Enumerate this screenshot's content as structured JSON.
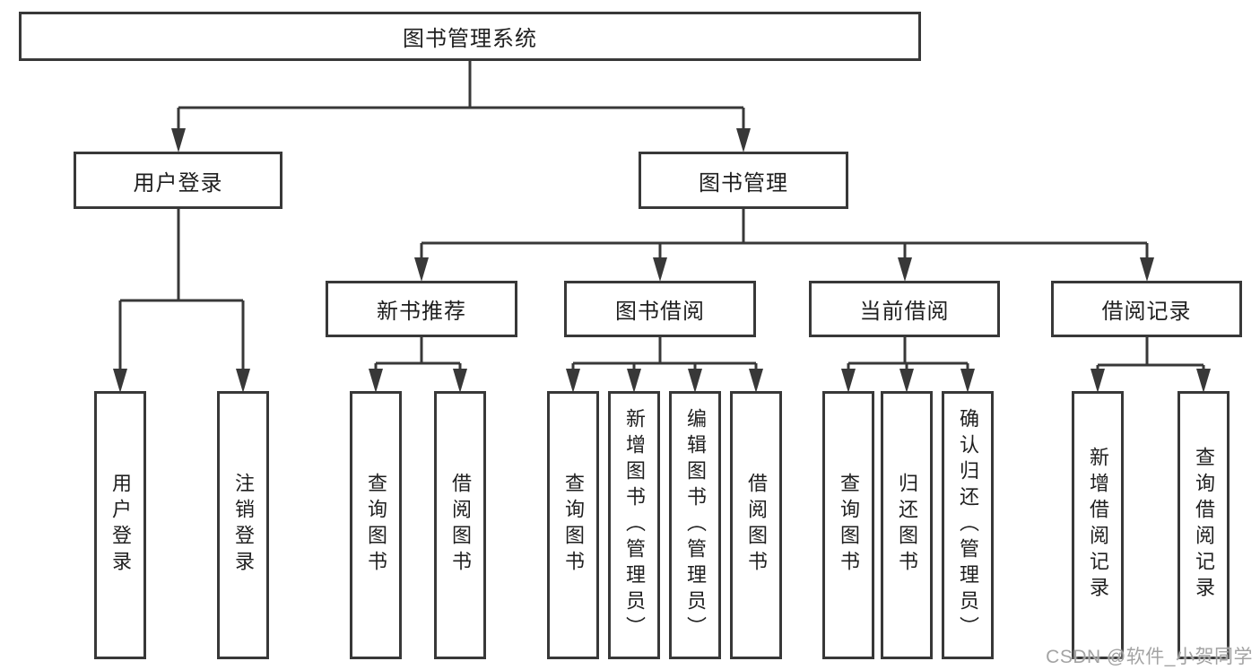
{
  "tree": {
    "root": "图书管理系统",
    "children": [
      {
        "label": "用户登录",
        "children": [
          {
            "label": "用户登录"
          },
          {
            "label": "注销登录"
          }
        ]
      },
      {
        "label": "图书管理",
        "children": [
          {
            "label": "新书推荐",
            "children": [
              {
                "label": "查询图书"
              },
              {
                "label": "借阅图书"
              }
            ]
          },
          {
            "label": "图书借阅",
            "children": [
              {
                "label": "查询图书"
              },
              {
                "label": "新增图书（管理员）"
              },
              {
                "label": "编辑图书（管理员）"
              },
              {
                "label": "借阅图书"
              }
            ]
          },
          {
            "label": "当前借阅",
            "children": [
              {
                "label": "查询图书"
              },
              {
                "label": "归还图书"
              },
              {
                "label": "确认归还（管理员）"
              }
            ]
          },
          {
            "label": "借阅记录",
            "children": [
              {
                "label": "新增借阅记录"
              },
              {
                "label": "查询借阅记录"
              }
            ]
          }
        ]
      }
    ]
  },
  "watermark": {
    "text": "CSDN @软件_小贺同学"
  },
  "colors": {
    "line": "#383838",
    "text": "#1f1f1f",
    "watermark": "#a3a3a3",
    "background": "#ffffff"
  }
}
